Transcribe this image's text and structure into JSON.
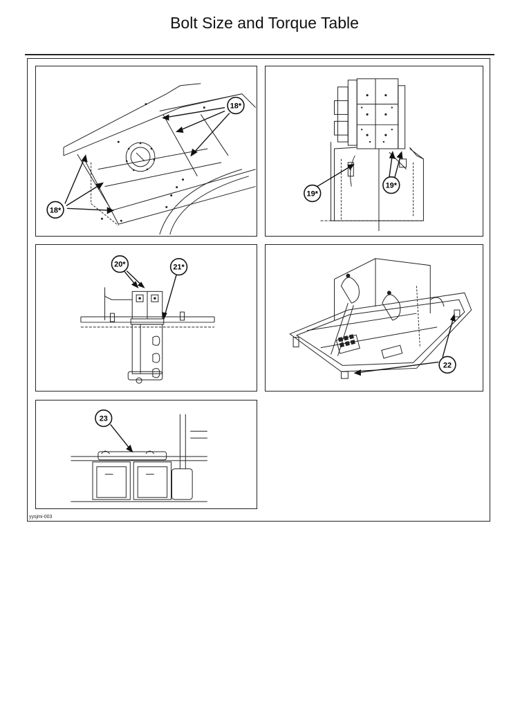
{
  "page": {
    "title": "Bolt Size and Torque Table"
  },
  "figure": {
    "id_label": "yysjmi-003",
    "panels": [
      {
        "callouts": [
          "18*",
          "18*"
        ]
      },
      {
        "callouts": [
          "19*",
          "19*"
        ]
      },
      {
        "callouts": [
          "20*",
          "21*"
        ]
      },
      {
        "callouts": [
          "22"
        ]
      },
      {
        "callouts": [
          "23"
        ]
      }
    ]
  }
}
